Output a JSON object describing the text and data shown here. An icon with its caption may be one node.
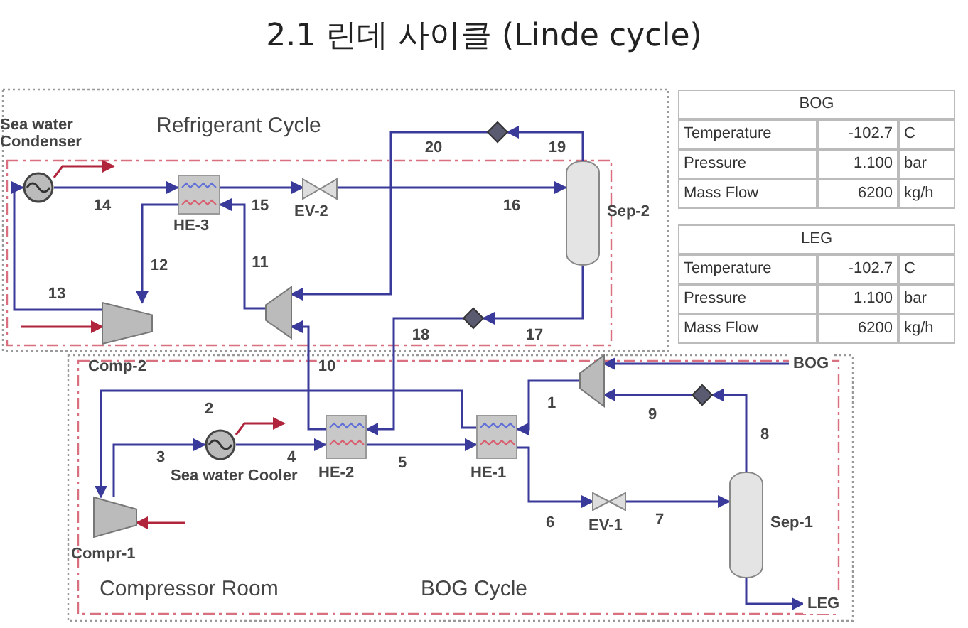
{
  "diagram": {
    "title": "2.1 린데 사이클 (Linde cycle)",
    "nodes": [
      {
        "text": [],
        "shape": "circle",
        "beside": [
          "Sea water Condenser"
        ]
      },
      {
        "text": [],
        "shape": "box",
        "beside": [
          "HE-3"
        ]
      },
      {
        "text": [],
        "shape": "valve",
        "beside": [
          "EV-2"
        ]
      },
      {
        "text": [],
        "shape": "cylinder",
        "beside": [
          "Sep-2"
        ]
      },
      {
        "text": [],
        "shape": "diamond"
      },
      {
        "text": [],
        "shape": "turbine"
      },
      {
        "text": [],
        "shape": "diamond"
      },
      {
        "text": [],
        "shape": "compressor",
        "beside": [
          "Comp-2"
        ]
      },
      {
        "text": [],
        "shape": "box",
        "beside": [
          "HE-2"
        ]
      },
      {
        "text": [],
        "shape": "box",
        "beside": [
          "HE-1"
        ]
      },
      {
        "text": [],
        "shape": "compressor",
        "beside": [
          "Compr-1"
        ]
      },
      {
        "text": [],
        "shape": "circle",
        "beside": [
          "Sea water Cooler"
        ]
      },
      {
        "text": [],
        "shape": "turbine"
      },
      {
        "text": [],
        "shape": "diamond"
      },
      {
        "text": [],
        "shape": "valve",
        "beside": [
          "EV-1"
        ]
      },
      {
        "text": [],
        "shape": "cylinder",
        "beside": [
          "Sep-1"
        ]
      },
      {
        "text": [
          "BOG"
        ]
      },
      {
        "text": [
          "LEG"
        ]
      }
    ],
    "edges": [
      {
        "from": 7,
        "to": 0,
        "arrow": "to",
        "label": "13"
      },
      {
        "from": 0,
        "to": 1,
        "arrow": "to",
        "label": "14"
      },
      {
        "from": 1,
        "to": 2,
        "arrow": "to",
        "label": "15"
      },
      {
        "from": 2,
        "to": 3,
        "arrow": "to",
        "label": "16"
      },
      {
        "from": 3,
        "to": 4,
        "arrow": "to",
        "label": "19"
      },
      {
        "from": 4,
        "to": 5,
        "arrow": "to",
        "label": "20"
      },
      {
        "from": 5,
        "to": 1,
        "arrow": "to",
        "label": "11"
      },
      {
        "from": 1,
        "to": 7,
        "arrow": "to",
        "label": "12"
      },
      {
        "from": 3,
        "to": 6,
        "arrow": "to",
        "label": "17"
      },
      {
        "from": 6,
        "to": 8,
        "arrow": "to",
        "label": "18"
      },
      {
        "from": 8,
        "to": 5,
        "arrow": "to",
        "label": "10"
      },
      {
        "from": 10,
        "to": 11,
        "arrow": "to",
        "label": "3"
      },
      {
        "from": 11,
        "to": 8,
        "arrow": "to",
        "label": "4"
      },
      {
        "from": 8,
        "to": 9,
        "arrow": "to",
        "label": "5"
      },
      {
        "from": 9,
        "to": 14,
        "arrow": "to",
        "label": "6"
      },
      {
        "from": 14,
        "to": 15,
        "arrow": "to",
        "label": "7"
      },
      {
        "from": 15,
        "to": 13,
        "arrow": "to",
        "label": "8"
      },
      {
        "from": 13,
        "to": 12,
        "arrow": "to",
        "label": "9"
      },
      {
        "from": 16,
        "to": 12,
        "arrow": "to"
      },
      {
        "from": 12,
        "to": 9,
        "arrow": "to",
        "label": "1"
      },
      {
        "from": 9,
        "to": 10,
        "arrow": "to",
        "label": "2"
      },
      {
        "from": 15,
        "to": 17,
        "arrow": "to"
      },
      {
        "from": 0,
        "to": null,
        "arrow": "to",
        "color": "#b0243c"
      },
      {
        "from": null,
        "to": 7,
        "arrow": "to",
        "color": "#b0243c"
      },
      {
        "from": 11,
        "to": null,
        "arrow": "to",
        "color": "#b0243c"
      },
      {
        "from": null,
        "to": 10,
        "arrow": "to",
        "color": "#b0243c"
      }
    ],
    "labels": [
      "Refrigerant Cycle",
      "BOG",
      "Temperature",
      "-102.7",
      "C",
      "Pressure",
      "1.100",
      "bar",
      "Mass Flow",
      "6200",
      "kg/h",
      "LEG",
      "Temperature",
      "-102.7",
      "C",
      "Pressure",
      "1.100",
      "bar",
      "Mass Flow",
      "6200",
      "kg/h",
      "Compressor Room",
      "BOG Cycle"
    ]
  }
}
